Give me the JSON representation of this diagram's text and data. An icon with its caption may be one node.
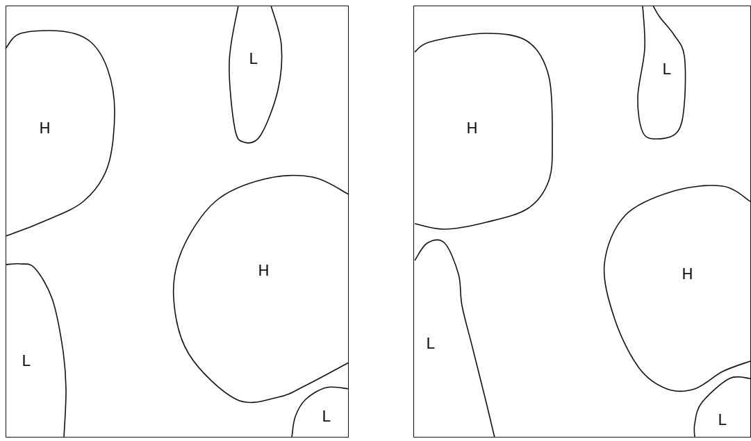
{
  "diagram": {
    "nodes": [
      {
        "text": [],
        "shape": "box"
      },
      {
        "text": [
          "L"
        ],
        "in": 0
      },
      {
        "text": [
          "H"
        ],
        "in": 0
      },
      {
        "text": [
          "H"
        ],
        "in": 0
      },
      {
        "text": [
          "L"
        ],
        "in": 0
      },
      {
        "text": [
          "L"
        ],
        "in": 0
      },
      {
        "text": [],
        "shape": "box"
      },
      {
        "text": [
          "L"
        ],
        "in": 6
      },
      {
        "text": [
          "H"
        ],
        "in": 6
      },
      {
        "text": [
          "H"
        ],
        "in": 6
      },
      {
        "text": [
          "L"
        ],
        "in": 6
      },
      {
        "text": [
          "L"
        ],
        "in": 6
      }
    ]
  }
}
